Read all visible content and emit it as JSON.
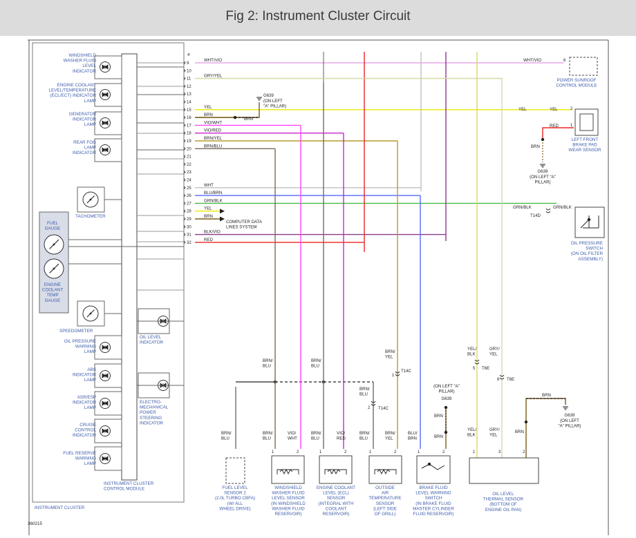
{
  "title": "Fig 2: Instrument Cluster Circuit",
  "figure_id": "360215",
  "colors": {
    "label_blue": "#3b5bab",
    "wire_black": "#222222",
    "WHT/VIO": "#e6a8e6",
    "GRY/YEL": "#d4dca6",
    "YEL": "#e8e800",
    "BRN": "#7a5a16",
    "VIO/WHT": "#ff44ff",
    "VIO/RED": "#cc22cc",
    "BRN/YEL": "#b89a2a",
    "BRN/BLU": "#7a6a58",
    "WHT": "#c0c0c0",
    "BLU/BRN": "#5566ff",
    "GRN/BLK": "#44bb44",
    "BLK/VIO": "#8a3a8a",
    "RED": "#ee2222",
    "YEL/BLK": "#d8d860"
  },
  "cluster": {
    "indicators": [
      "WINDSHIELD\nWASHER FLUID\nLEVEL\nINDICATOR",
      "ENGINE COOLANT\nLEVEL/TEMPERATURE\n(ECL/ECT) INDICATOR\nLAMP",
      "GENERATOR\nINDICATOR\nLAMP",
      "REAR FOG\nLAMP\nINDICATOR",
      "TACHOMETER",
      "FUEL\nGAUGE",
      "ENGINE\nCOOLANT\nTEMP\nGAUGE",
      "SPEEDOMETER",
      "OIL PRESSURE\nWARNING\nLAMP",
      "ABS\nINDICATOR\nLAMP",
      "ASR/ESP\nINDICATOR\nLAMP",
      "CRUISE\nCONTROL\nINDICATOR",
      "FUEL RESERVE\nWARNING\nLAMP",
      "OIL LEVEL\nINDICATOR",
      "ELECTRO-\nMECHANICAL\nPOWER\nSTEERING\nINDICATOR"
    ],
    "module_label": "INSTRUMENT CLUSTER\nCONTROL MODULE",
    "cluster_label": "INSTRUMENT CLUSTER"
  },
  "pins": [
    "9",
    "10",
    "11",
    "12",
    "13",
    "14",
    "15",
    "16",
    "17",
    "18",
    "19",
    "20",
    "21",
    "22",
    "23",
    "24",
    "25",
    "26",
    "27",
    "28",
    "29",
    "30",
    "31",
    "32"
  ],
  "pin_wires": {
    "9": "WHT/VIO",
    "11": "GRY/YEL",
    "15": "YEL",
    "16": "BRN",
    "17": "VIO/WHT",
    "18": "VIO/RED",
    "19": "BRN/YEL",
    "20": "BRN/BLU",
    "25": "WHT",
    "26": "BLU/BRN",
    "27": "GRN/BLK",
    "28": "YEL",
    "29": "BRN",
    "31": "BLK/VIO",
    "32": "RED"
  },
  "labels": {
    "computer_data": "COMPUTER DATA\nLINES SYSTEM",
    "g639": "G639",
    "g639_left_pillar": "(ON LEFT\n\"A\" PILLAR)",
    "g639_left_pillar_b": "(ON LEFT \"A\"\nPILLAR)",
    "g639_on_left": "(ON LEFT \"A\"\nPILLAR)",
    "g639_right": "(ON LEFT\n\"A\" PILLAR)",
    "t14c": "T14C",
    "t14d": "T14D",
    "t6e": "T6E"
  },
  "components": {
    "power_sunroof": "POWER SUNROOF\nCONTROL MODULE",
    "brake_pad": "LEFT FRONT\nBRAKE PAD\nWEAR SENSOR",
    "oil_pressure_switch": "OIL PRESSURE\nSWITCH\n(ON OIL FILTER\nASSEMBLY)",
    "fuel_level_sensor": "FUEL LEVEL\nSENSOR 2\n(2.0L TURBO CBFA)\n(W/ ALL\nWHEEL DRIVE)",
    "washer_sensor": "WINDSHIELD\nWASHER FLUID\nLEVEL SENSOR\n(IN WINDSHIELD\nWASHER FLUID\nRESERVOIR)",
    "ecl_sensor": "ENGINE COOLANT\nLEVEL (ECL)\nSENSOR\n(INTEGRAL WITH\nCOOLANT\nRESERVOIR)",
    "outside_air": "OUTSIDE\nAIR\nTEMPERATURE\nSENSOR\n(LEFT SIDE\nOF GRILL)",
    "brake_fluid": "BRAKE FLUID\nLEVEL WARNING\nSWITCH\n(IN BRAKE FLUID\nMASTER CYLINDER\nFLUID RESERVOIR)",
    "oil_level_thermal": "OIL LEVEL\nTHERMAL SENSOR\n(BOTTOM OF\nENGINE OIL PAN)"
  },
  "terminals": {
    "sunroof_pin": "6",
    "brake_pad_pins": [
      "2",
      "1"
    ],
    "sensor_pins": [
      "1",
      "2"
    ],
    "oil_level_pins": [
      "1",
      "3",
      "2"
    ],
    "t6e_pins": [
      "5",
      "6"
    ],
    "t14c_pins": [
      "1",
      "2"
    ]
  }
}
